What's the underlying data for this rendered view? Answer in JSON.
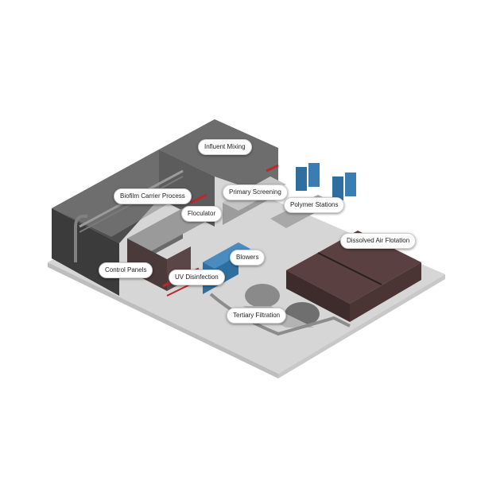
{
  "labels": {
    "influent_mixing": "Influent Mixing",
    "biofilm_carrier_process": "Biofilm Carrier Process",
    "primary_screening": "Primary Screening",
    "floculator": "Floculator",
    "polymer_stations": "Polymer Stations",
    "dissolved_air_flotation": "Dissolved Air Flotation",
    "blowers": "Blowers",
    "control_panels": "Control Panels",
    "uv_disinfection": "UV Disinfection",
    "tertiary_filtration": "Tertiary Filtration"
  },
  "colors": {
    "floor": "#d9d9d9",
    "wall_dark": "#3a3a3a",
    "wall_mid": "#5a5a5a",
    "tank_dark": "#4a3535",
    "equipment_blue": "#2f6fa0",
    "accent_red": "#c0262a"
  }
}
